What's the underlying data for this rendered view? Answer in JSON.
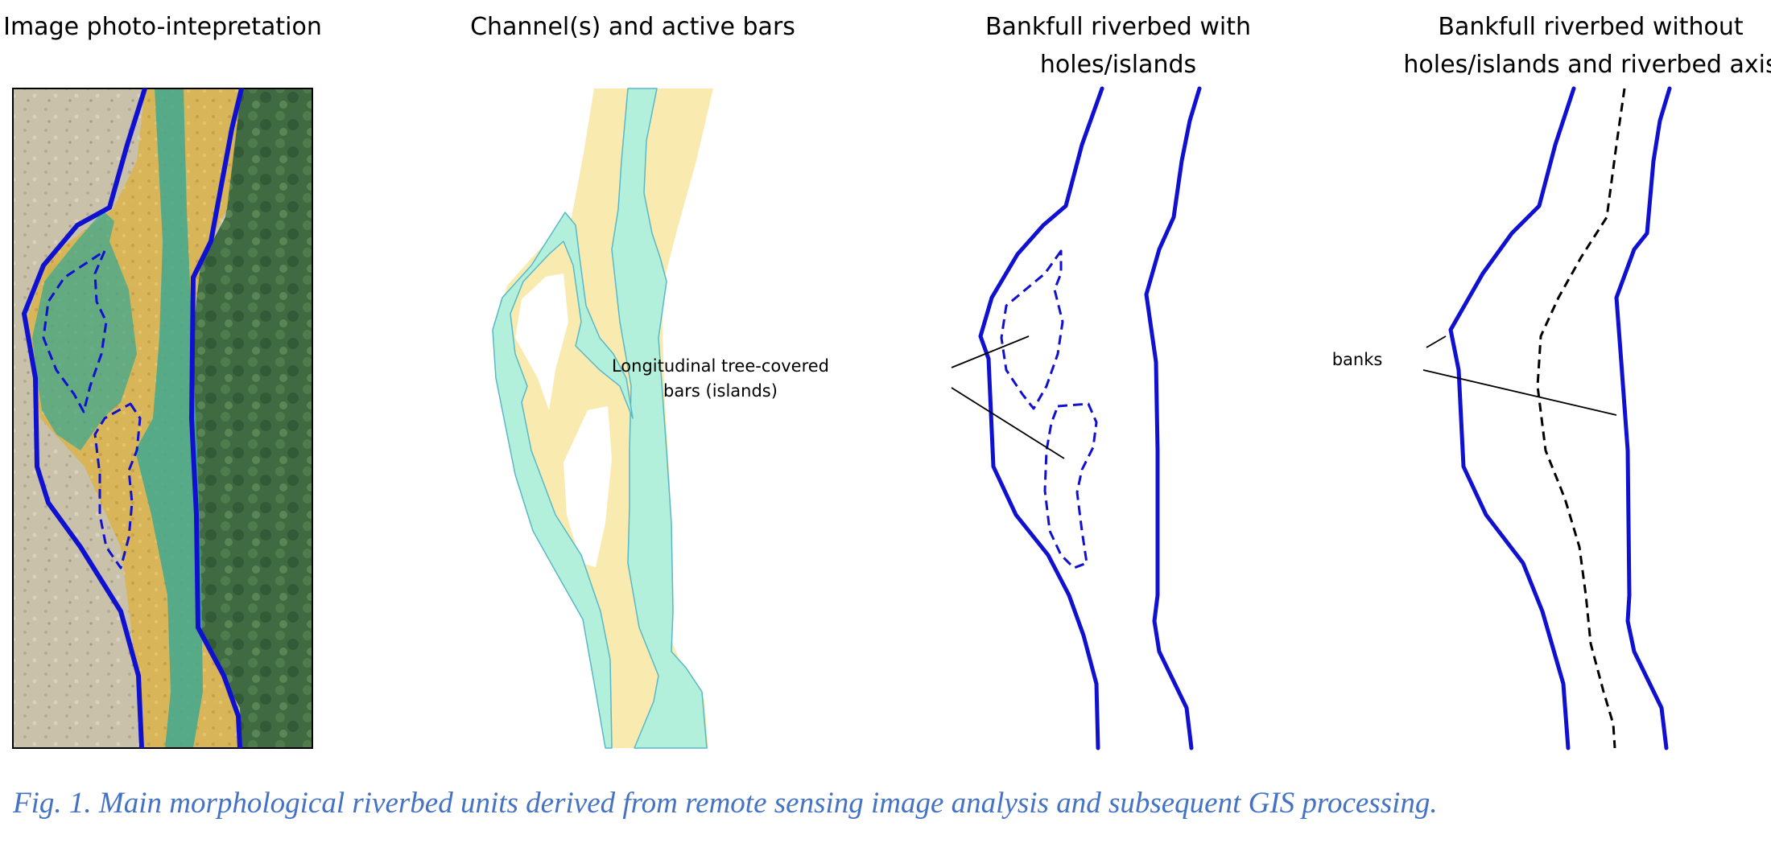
{
  "panels": [
    {
      "title": "Image photo-intepretation"
    },
    {
      "title": "Channel(s) and active bars"
    },
    {
      "title": "Bankfull riverbed with holes/islands"
    },
    {
      "title": "Bankfull riverbed without holes/islands and riverbed axis"
    }
  ],
  "annotations": {
    "islands": "Longitudinal tree-covered bars (islands)",
    "banks": "banks"
  },
  "caption": "Fig. 1. Main morphological riverbed units derived from remote sensing image analysis and subsequent GIS processing.",
  "colors": {
    "bank_line": "#1010d0",
    "channel": "#b2f0dc",
    "channel_edge": "#58b8c8",
    "active_bar": "#f9ebb0",
    "photo_channel": "#3fa890",
    "photo_bar": "#d9b454",
    "photo_forest": "#3f6a42",
    "photo_gravel": "#c9c1aa",
    "axis_line": "#000000",
    "caption": "#4472c4"
  }
}
